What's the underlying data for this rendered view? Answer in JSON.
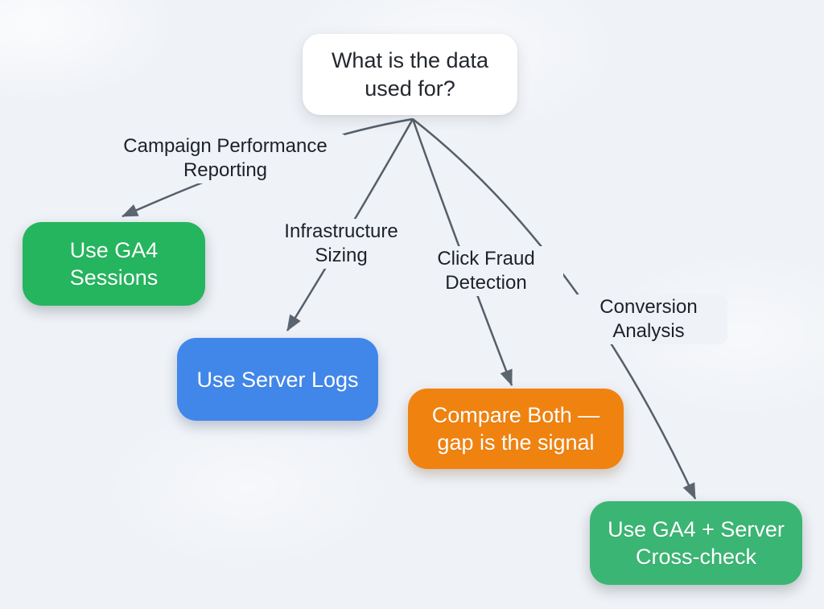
{
  "diagram": {
    "root": {
      "label": "What is the data\nused for?"
    },
    "edges": [
      {
        "label": "Campaign Performance\nReporting",
        "target": "Use GA4 Sessions"
      },
      {
        "label": "Infrastructure\nSizing",
        "target": "Use Server Logs"
      },
      {
        "label": "Click Fraud\nDetection",
        "target": "Compare Both — gap is the signal"
      },
      {
        "label": "Conversion\nAnalysis",
        "target": "Use GA4 + Server Cross-check"
      }
    ],
    "nodes": [
      {
        "label": "Use GA4\nSessions",
        "color": "#25b55e"
      },
      {
        "label": "Use Server Logs",
        "color": "#4187ea"
      },
      {
        "label": "Compare Both —\ngap is the signal",
        "color": "#f08310"
      },
      {
        "label": "Use GA4 + Server\nCross-check",
        "color": "#3bb573"
      }
    ],
    "colors": {
      "background": "#eff2f7",
      "edge": "#555f6a",
      "root_bg": "#ffffff",
      "text_dark": "#1d2228",
      "text_light": "#ffffff"
    }
  }
}
